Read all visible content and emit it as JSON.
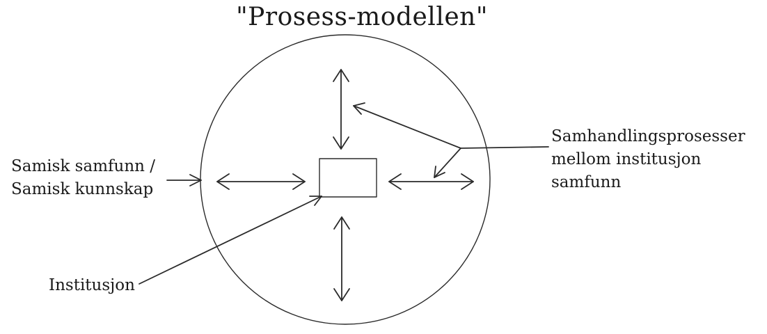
{
  "title": "\"Prosess-modellen\"",
  "labels": {
    "society": {
      "line1": "Samisk samfunn /",
      "line2": "Samisk kunnskap"
    },
    "institution": "Institusjon",
    "processes": {
      "line1": "Samhandlingsprosesser",
      "line2": "mellom institusjon",
      "line3": "samfunn"
    }
  }
}
